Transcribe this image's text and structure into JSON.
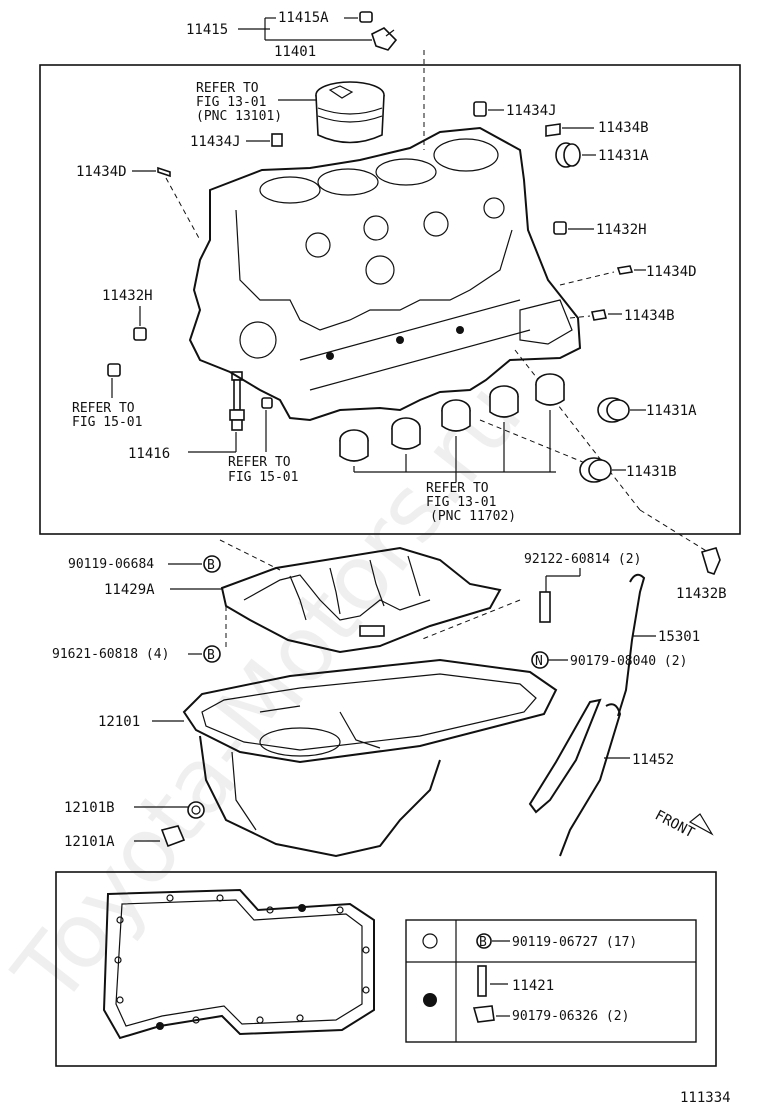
{
  "labels": {
    "p11415": "11415",
    "p11415A": "11415A",
    "p11401": "11401",
    "refer1301": "REFER TO",
    "refer1301b": "FIG 13-01",
    "refer1301c": "(PNC 13101)",
    "p11434J_a": "11434J",
    "p11434J_b": "11434J",
    "p11434B_a": "11434B",
    "p11431A_a": "11431A",
    "p11434D_a": "11434D",
    "p11432H_a": "11432H",
    "p11434D_b": "11434D",
    "p11432H_b": "11432H",
    "p11434B_b": "11434B",
    "refer1501a": "REFER TO",
    "refer1501a2": "FIG 15-01",
    "p11431A_b": "11431A",
    "p11416": "11416",
    "refer1501b": "REFER TO",
    "refer1501b2": "FIG 15-01",
    "refer1301d": "REFER TO",
    "refer1301e": "FIG 13-01",
    "refer1301f": "(PNC 11702)",
    "p11431B": "11431B",
    "p11432B": "11432B",
    "p90119_06684": "90119-06684",
    "p11429A": "11429A",
    "p91621": "91621-60818 (4)",
    "p92122": "92122-60814 (2)",
    "p15301": "15301",
    "p90179_08040": "90179-08040 (2)",
    "p12101": "12101",
    "p11452": "11452",
    "p12101B": "12101B",
    "p12101A": "12101A",
    "front": "FRONT",
    "legend1": "90119-06727 (17)",
    "legend2": "11421",
    "legend3": "90179-06326 (2)",
    "figno": "111334",
    "markB": "B",
    "markN": "N",
    "watermark": "Toyota-Motors.ru"
  }
}
